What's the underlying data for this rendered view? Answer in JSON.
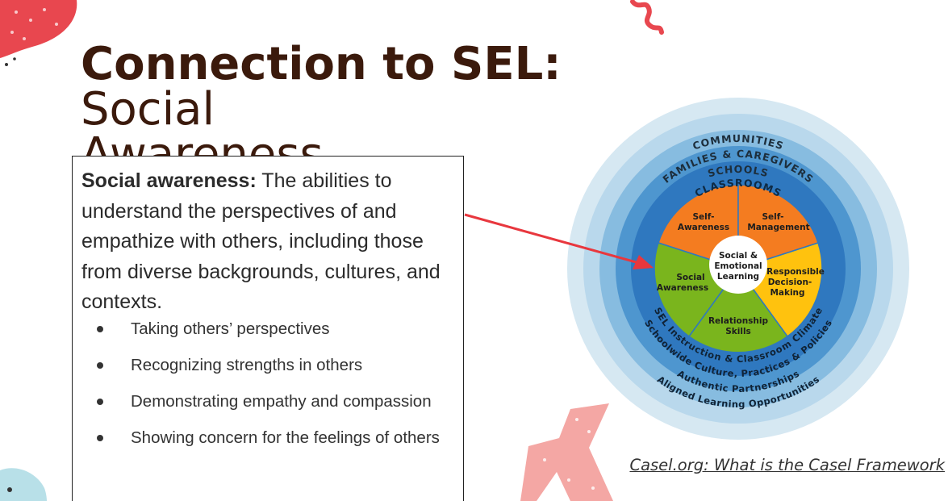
{
  "title": {
    "bold_part": "Connection to SEL:",
    "light_part_line1": "Social",
    "light_part_line2": "Awareness"
  },
  "definition": {
    "term": "Social awareness:",
    "text": "The abilities to understand the perspectives of and empathize with others, including those from diverse backgrounds, cultures, and contexts."
  },
  "bullets": [
    "Taking others’ perspectives",
    "Recognizing strengths in others",
    "Demonstrating empathy and compassion",
    "Showing concern for the feelings of others"
  ],
  "wheel": {
    "rings": {
      "communities": "COMMUNITIES",
      "families": "FAMILIES & CAREGIVERS",
      "schools": "SCHOOLS",
      "classrooms": "CLASSROOMS",
      "sel_instruction": "SEL Instruction & Classroom Climate",
      "schoolwide": "Schoolwide Culture, Practices & Policies",
      "partnerships": "Authentic Partnerships",
      "aligned": "Aligned Learning Opportunities"
    },
    "center": {
      "line1": "Social &",
      "line2": "Emotional",
      "line3": "Learning"
    },
    "segments": {
      "self_awareness": {
        "line1": "Self-",
        "line2": "Awareness"
      },
      "self_management": {
        "line1": "Self-",
        "line2": "Management"
      },
      "responsible": {
        "line1": "Responsible",
        "line2": "Decision-",
        "line3": "Making"
      },
      "relationship": {
        "line1": "Relationship",
        "line2": "Skills"
      },
      "social_awareness": {
        "line1": "Social",
        "line2": "Awareness"
      }
    },
    "colors": {
      "ring_outer": "#d6e8f2",
      "ring_2": "#b9d8ec",
      "ring_3": "#87bce0",
      "ring_4": "#4e96cf",
      "ring_inner": "#2f78bf",
      "orange": "#f47c20",
      "yellow": "#ffc20e",
      "green": "#7ab51d",
      "arrow": "#e8373e"
    }
  },
  "citation": "Casel.org: What is the Casel Framework"
}
